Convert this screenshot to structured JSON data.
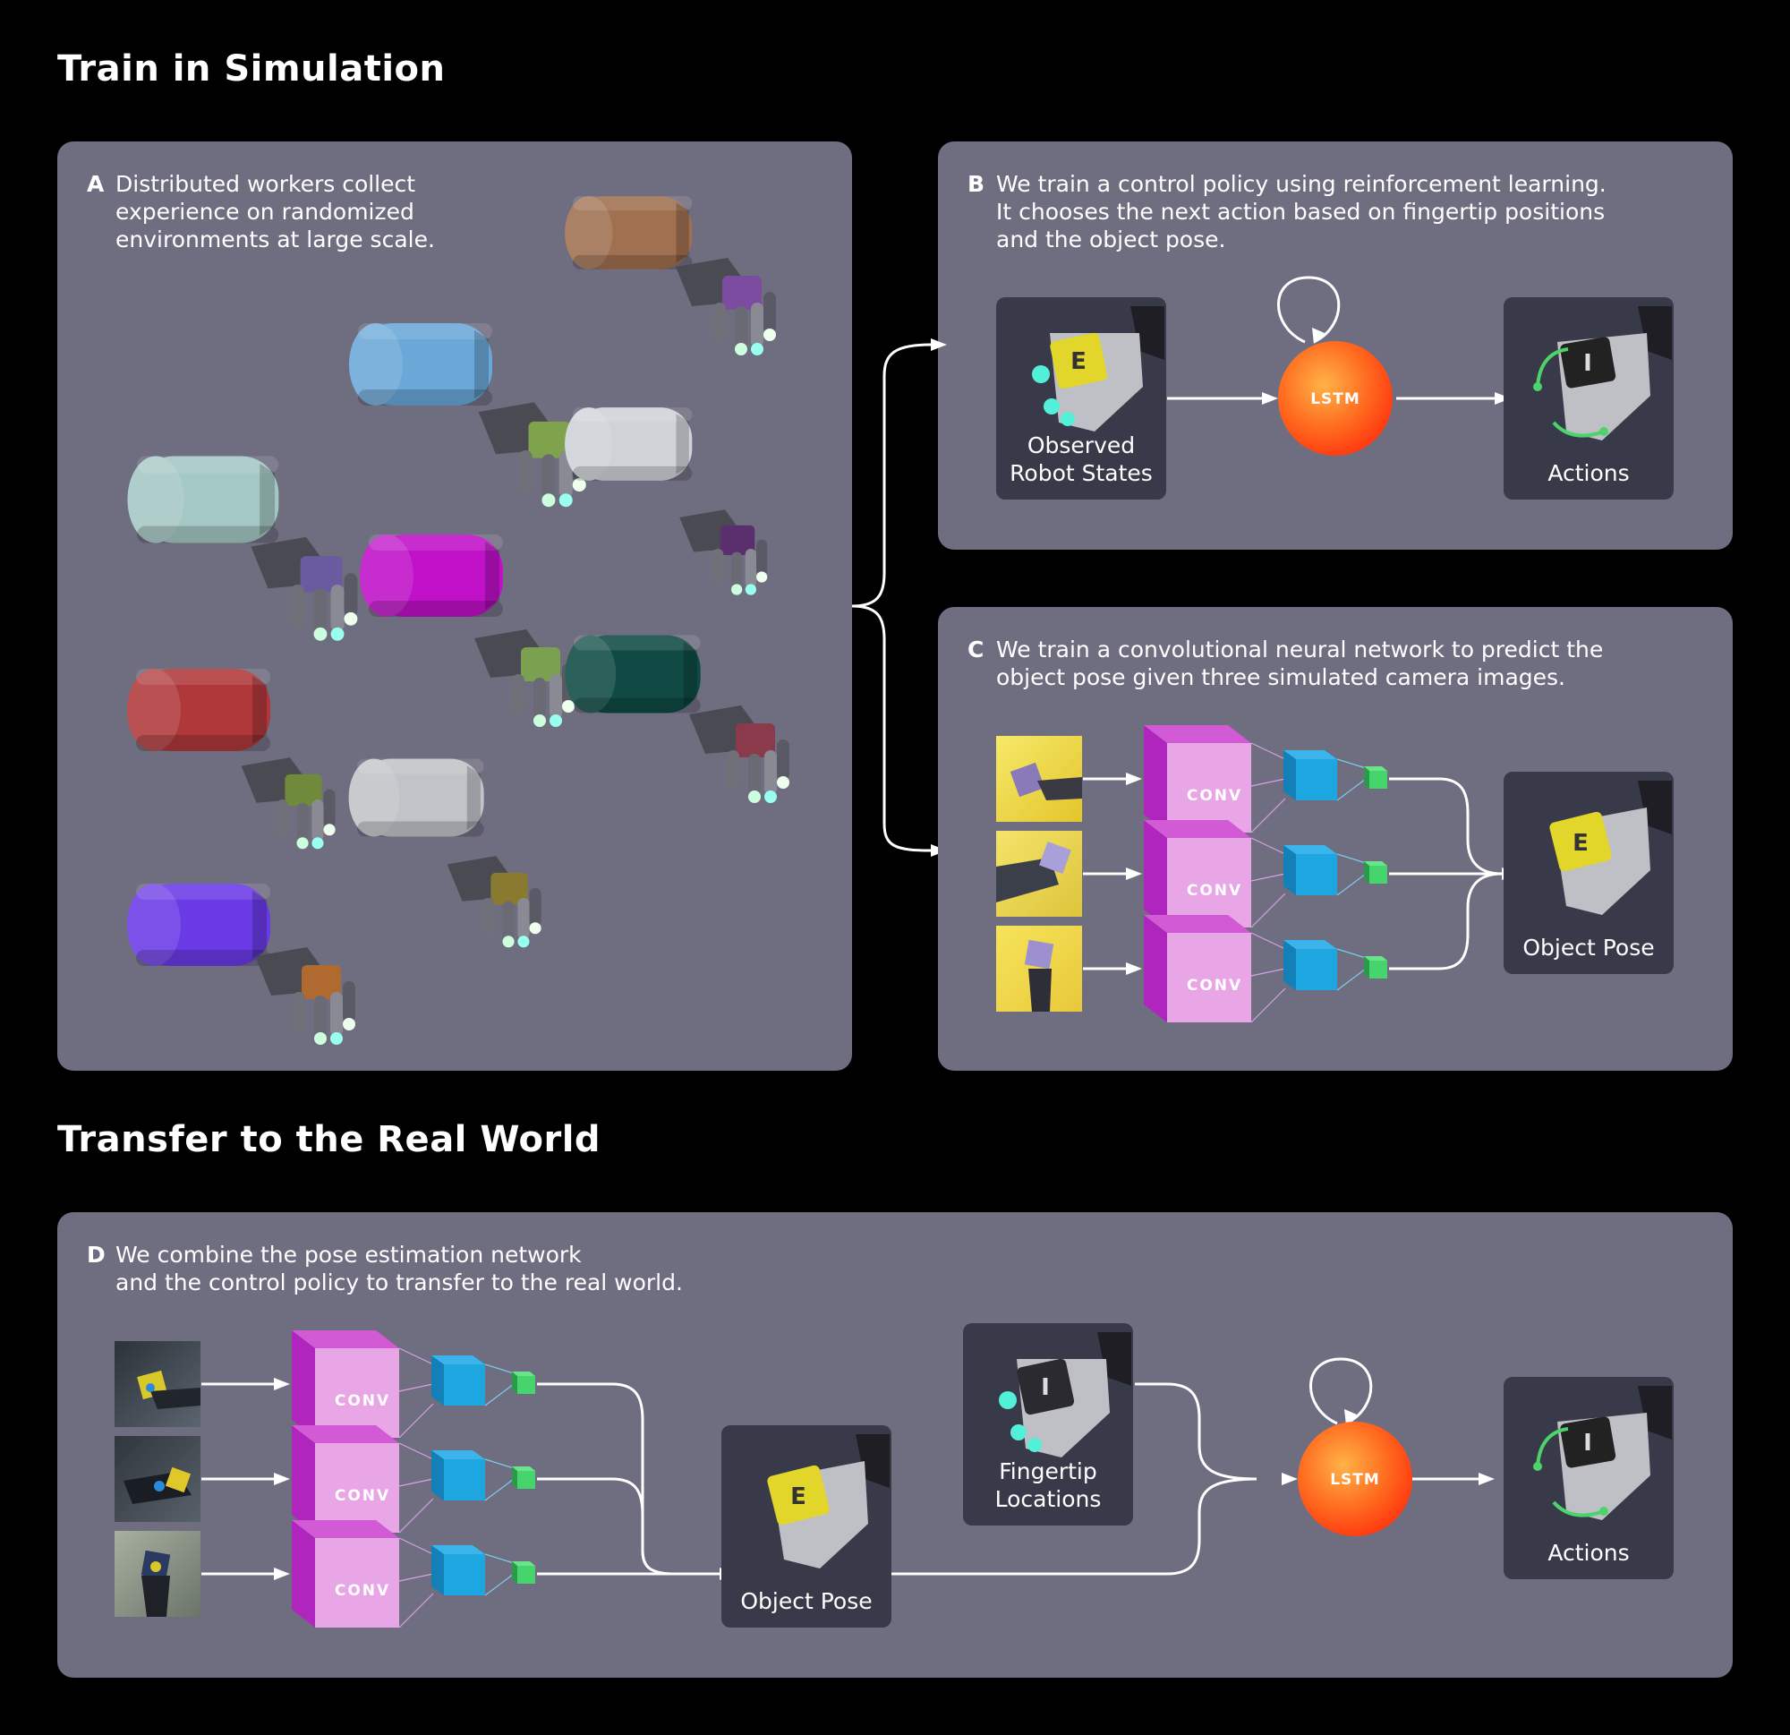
{
  "titles": {
    "train": "Train in Simulation",
    "transfer": "Transfer to the Real World"
  },
  "panels": {
    "a": {
      "letter": "A",
      "text": [
        "Distributed workers collect",
        "experience on randomized",
        "environments at large scale."
      ]
    },
    "b": {
      "letter": "B",
      "text": [
        "We train a control policy using reinforcement learning.",
        "It chooses the next action based on fingertip positions",
        "and the object pose."
      ]
    },
    "c": {
      "letter": "C",
      "text": [
        "We train a convolutional neural network to predict the",
        "object pose given three simulated camera images."
      ]
    },
    "d": {
      "letter": "D",
      "text": [
        "We combine the pose estimation network",
        "and the control policy to transfer to the real world."
      ]
    }
  },
  "nodes": {
    "observed": [
      "Observed",
      "Robot States"
    ],
    "actions": "Actions",
    "object_pose": "Object Pose",
    "fingertip": [
      "Fingertip",
      "Locations"
    ],
    "lstm": "LSTM",
    "conv": "CONV"
  },
  "colors": {
    "background": "#000000",
    "panel": "#6f6d80",
    "node_box": "#393a49",
    "conv_front": "#e9a6e6",
    "conv_top": "#d25ad4",
    "conv_side": "#b025be",
    "blue_block": "#1ea6e0",
    "green_block": "#46d46c",
    "lstm_orange": "#ff6a1f"
  }
}
